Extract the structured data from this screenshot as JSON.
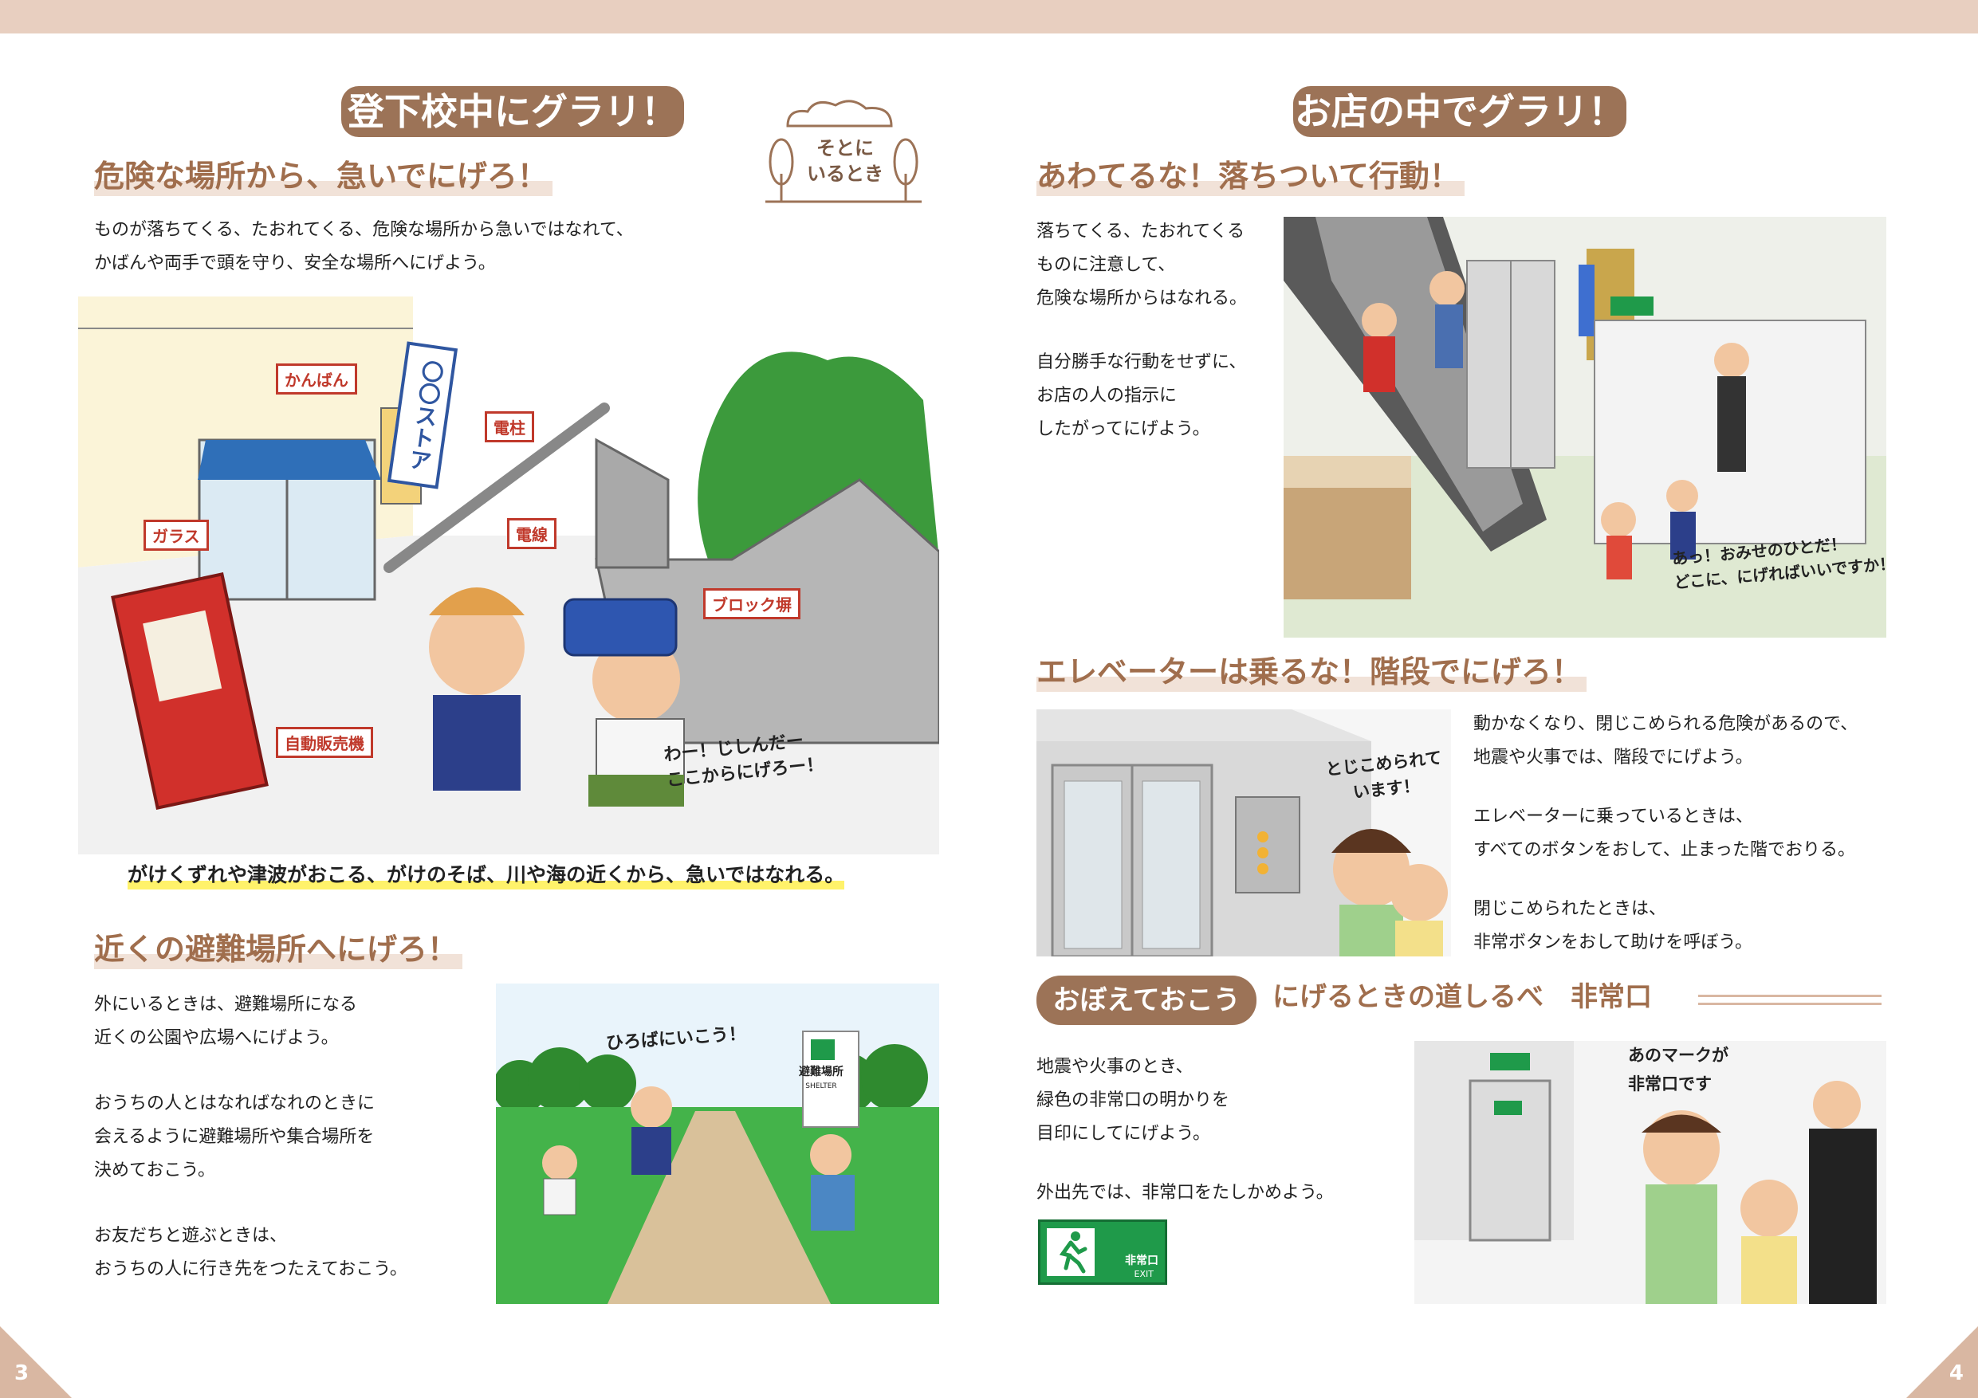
{
  "left": {
    "title": "登下校中にグラリ！",
    "badge": "そとに\nいるとき",
    "section1": {
      "heading": "危険な場所から、急いでにげろ！",
      "body": "ものが落ちてくる、たおれてくる、危険な場所から急いではなれて、\nかばんや両手で頭を守り、安全な場所へにげよう。"
    },
    "callouts": {
      "kanban": "かんばん",
      "garasu": "ガラス",
      "denchu": "電柱",
      "densen": "電線",
      "block": "ブロック塀",
      "vending": "自動販売機"
    },
    "store_sign": "〇〇ストア",
    "speech1": "わー！じしんだー\nここからにげろー！",
    "highlight": "がけくずれや津波がおこる、がけのそば、川や海の近くから、急いではなれる。",
    "section2": {
      "heading": "近くの避難場所へにげろ！",
      "body1": "外にいるときは、避難場所になる\n近くの公園や広場へにげよう。",
      "body2": "おうちの人とはなればなれのときに\n会えるように避難場所や集合場所を\n決めておこう。",
      "body3": "お友だちと遊ぶときは、\nおうちの人に行き先をつたえておこう。"
    },
    "speech2": "ひろばにいこう！",
    "shelter_sign": "避難場所",
    "shelter_en": "SHELTER",
    "page_number": "3"
  },
  "right": {
    "title": "お店の中でグラリ！",
    "section1": {
      "heading": "あわてるな！落ちついて行動！",
      "body1": "落ちてくる、たおれてくる\nものに注意して、\n危険な場所からはなれる。",
      "body2": "自分勝手な行動をせずに、\nお店の人の指示に\nしたがってにげよう。"
    },
    "speech1": "あっ！おみせのひとだ！\nどこに、にげればいいですか！",
    "section2": {
      "heading": "エレベーターは乗るな！階段でにげろ！",
      "body1": "動かなくなり、閉じこめられる危険があるので、\n地震や火事では、階段でにげよう。",
      "body2": "エレベーターに乗っているときは、\nすべてのボタンをおして、止まった階でおりる。",
      "body3": "閉じこめられたときは、\n非常ボタンをおして助けを呼ぼう。"
    },
    "speech2": "とじこめられて\nいます！",
    "section3": {
      "label": "おぼえておこう",
      "heading": "にげるときの道しるべ　非常口",
      "body1": "地震や火事のとき、\n緑色の非常口の明かりを\n目印にしてにげよう。",
      "body2": "外出先では、非常口をたしかめよう。"
    },
    "exit_jp": "非常口",
    "exit_en": "EXIT",
    "speech3": "あのマークが\n非常口です",
    "page_number": "4"
  },
  "colors": {
    "brown": "#9c7357",
    "heading_brown": "#a06e4d",
    "highlight_yellow": "#fff26a",
    "exit_green": "#1f9a4a",
    "callout_red": "#c0392b"
  }
}
